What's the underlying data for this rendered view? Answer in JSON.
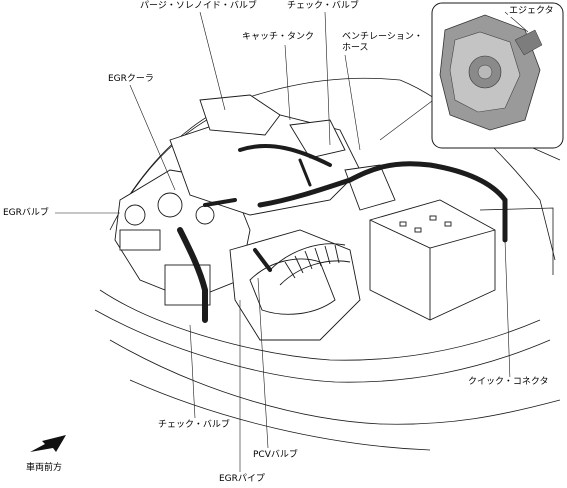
{
  "labels": {
    "purge_solenoid_valve": "パージ・ソレノイド・バルブ",
    "check_valve_top": "チェック・バルブ",
    "catch_tank": "キャッチ・タンク",
    "ventilation_hose_line1": "ベンチレーション・",
    "ventilation_hose_line2": "ホース",
    "ejector": "エジェクタ",
    "egr_cooler": "EGRクーラ",
    "egr_valve": "EGRバルブ",
    "quick_connector": "クイック・コネクタ",
    "check_valve_bottom": "チェック・バルブ",
    "pcv_valve": "PCVバルブ",
    "egr_pipe": "EGRパイプ",
    "vehicle_front": "車両前方"
  },
  "colors": {
    "line": "#1a1a1a",
    "hose_dark": "#1c1c1c",
    "inset_part": "#9a9a9a"
  }
}
